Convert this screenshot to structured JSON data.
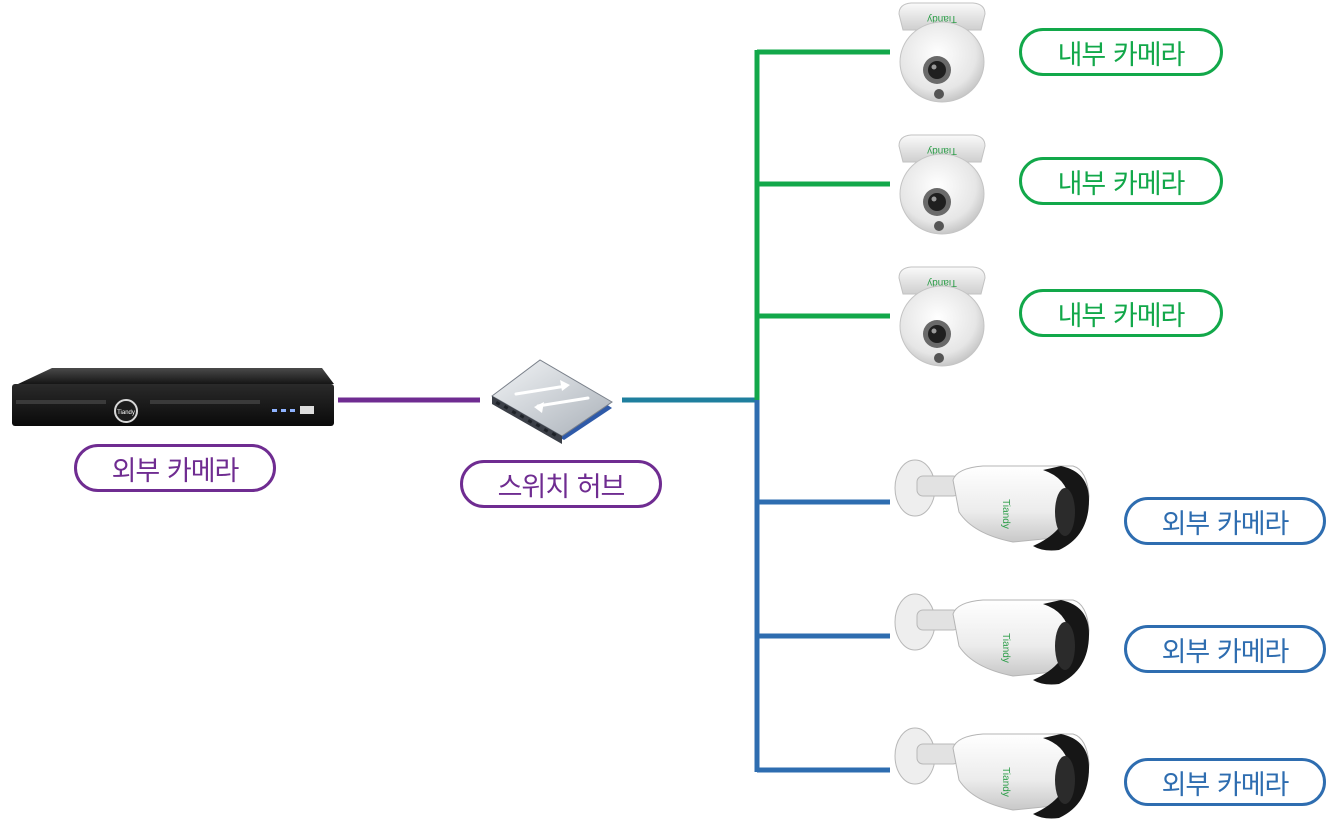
{
  "colors": {
    "nvr_link": "#6f2c91",
    "switch_link": "#1f7f9e",
    "indoor_branch": "#12a84a",
    "outdoor_branch": "#2e6db0"
  },
  "nvr": {
    "label": "외부 카메라",
    "logo": "Tiandy",
    "icon": "nvr-recorder-icon"
  },
  "switch": {
    "label": "스위치 허브",
    "icon": "network-switch-icon"
  },
  "indoor_cameras": [
    {
      "label": "내부 카메라",
      "brand": "Tiandy",
      "icon": "dome-camera-icon"
    },
    {
      "label": "내부 카메라",
      "brand": "Tiandy",
      "icon": "dome-camera-icon"
    },
    {
      "label": "내부 카메라",
      "brand": "Tiandy",
      "icon": "dome-camera-icon"
    }
  ],
  "outdoor_cameras": [
    {
      "label": "외부 카메라",
      "brand": "Tiandy",
      "icon": "bullet-camera-icon"
    },
    {
      "label": "외부 카메라",
      "brand": "Tiandy",
      "icon": "bullet-camera-icon"
    },
    {
      "label": "외부 카메라",
      "brand": "Tiandy",
      "icon": "bullet-camera-icon"
    }
  ]
}
